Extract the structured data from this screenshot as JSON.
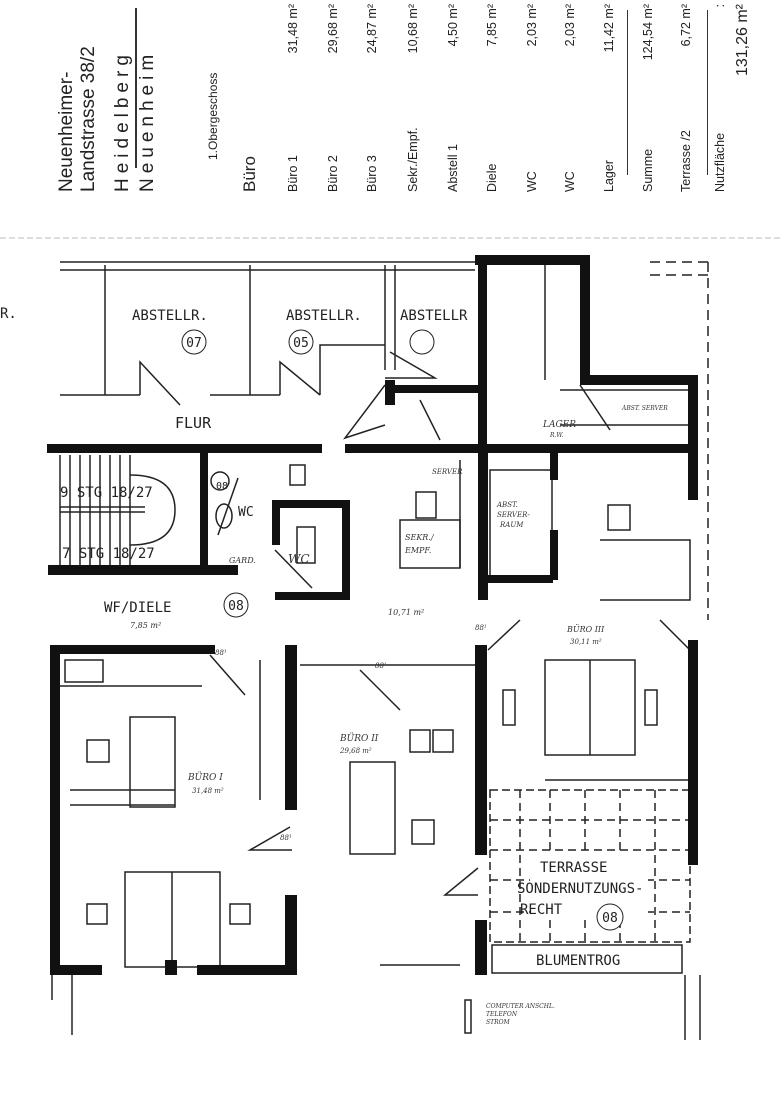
{
  "header": {
    "street_line1": "Neuenheimer-",
    "street_line2": "Landstrasse 38/2",
    "city": "Heidelberg",
    "district": "Neuenheim",
    "floor": "1.Obergeschoss",
    "category": "Büro"
  },
  "areas": [
    {
      "label": "Büro 1",
      "value": "31,48 m²"
    },
    {
      "label": "Büro 2",
      "value": "29,68 m²"
    },
    {
      "label": "Büro 3",
      "value": "24,87 m²"
    },
    {
      "label": "Sekr./Empf.",
      "value": "10,68 m²"
    },
    {
      "label": "Abstell 1",
      "value": "4,50 m²"
    },
    {
      "label": "Diele",
      "value": "7,85 m²"
    },
    {
      "label": "WC",
      "value": "2,03 m²"
    },
    {
      "label": "WC",
      "value": "2,03 m²"
    },
    {
      "label": "Lager",
      "value": "11,42 m²"
    }
  ],
  "sum": {
    "label": "Summe",
    "value": "124,54 m²"
  },
  "terrace": {
    "label": "Terrasse /2",
    "value": "6,72 m²"
  },
  "total": {
    "label": "Nutzfläche",
    "colon": ":",
    "value": "131,26 m²"
  },
  "plan": {
    "storage1": "ABSTELLR.",
    "storage1_no": "07",
    "storage2": "ABSTELLR.",
    "storage2_no": "05",
    "storage3": "ABSTELLR",
    "storage0": "R.",
    "corridor": "FLUR",
    "stairs_upper": "9 STG 18/27",
    "stairs_lower": "7 STG 18/27",
    "wc1": "WC",
    "wc1_no": "08",
    "wc2": "WC",
    "wardrobe": "GARD.",
    "hall": "WF/DIELE",
    "hall_no": "08",
    "hall_area": "7,85 m²",
    "reception": "SEKR./",
    "reception2": "EMPF.",
    "reception_area": "10,71 m²",
    "server": "SERVER",
    "closet": "ABST.",
    "closet2": "SERVER-",
    "closet3": "RAUM",
    "storage_room": "LAGER",
    "storage_room_sub": "R.W.",
    "storage_room_note": "ABST. SERVER",
    "office1": "BÜRO I",
    "office1_area": "31,48 m²",
    "office2": "BÜRO II",
    "office2_area": "29,68 m²",
    "office3": "BÜRO III",
    "office3_area": "30,11 m²",
    "door1": "88¹",
    "door2": "88¹",
    "door3": "88¹",
    "door4": "88¹",
    "terrace1": "TERRASSE",
    "terrace2": "SONDERNUTZUNGS-",
    "terrace3": "RECHT",
    "terrace_no": "08",
    "planter": "BLUMENTROG",
    "legend1": "COMPUTER ANSCHL.",
    "legend2": "TELEFON",
    "legend3": "STROM"
  }
}
